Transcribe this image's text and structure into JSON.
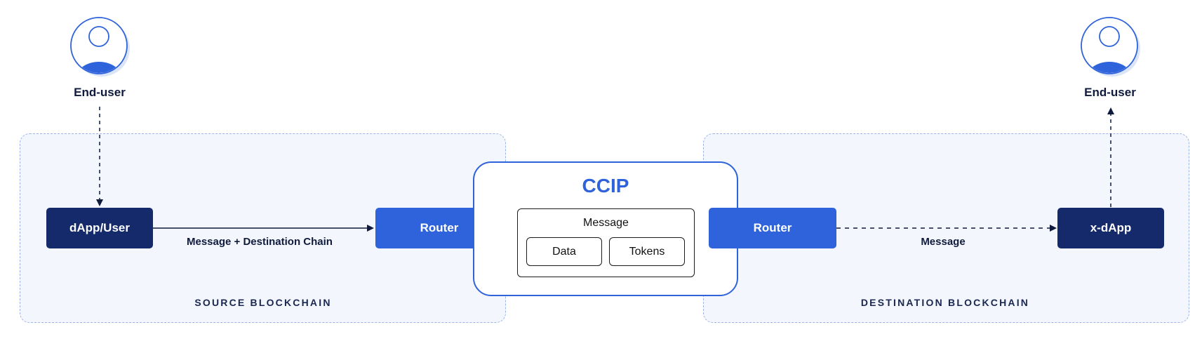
{
  "source": {
    "zone_label": "SOURCE BLOCKCHAIN",
    "end_user_label": "End-user",
    "dapp_label": "dApp/User",
    "router_label": "Router",
    "edge_label": "Message + Destination Chain"
  },
  "ccip": {
    "title": "CCIP",
    "message_label": "Message",
    "data_label": "Data",
    "tokens_label": "Tokens"
  },
  "destination": {
    "zone_label": "DESTINATION BLOCKCHAIN",
    "end_user_label": "End-user",
    "router_label": "Router",
    "xdapp_label": "x-dApp",
    "edge_label": "Message"
  },
  "colors": {
    "primary_blue": "#2f63db",
    "dark_navy": "#152a6b",
    "zone_fill": "#f3f6fc"
  }
}
